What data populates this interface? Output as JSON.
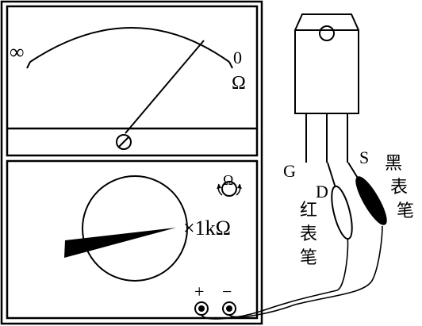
{
  "meter": {
    "scale_left": "∞",
    "scale_right": "0",
    "unit": "Ω",
    "range_label": "×1kΩ",
    "ohm_adjust_symbol": "Ω",
    "plus_terminal": "+",
    "minus_terminal": "−"
  },
  "transistor": {
    "pin_gate": "G",
    "pin_drain": "D",
    "pin_source": "S"
  },
  "probes": {
    "red_chars": [
      "红",
      "表",
      "笔"
    ],
    "black_chars": [
      "黑",
      "表",
      "笔"
    ]
  }
}
